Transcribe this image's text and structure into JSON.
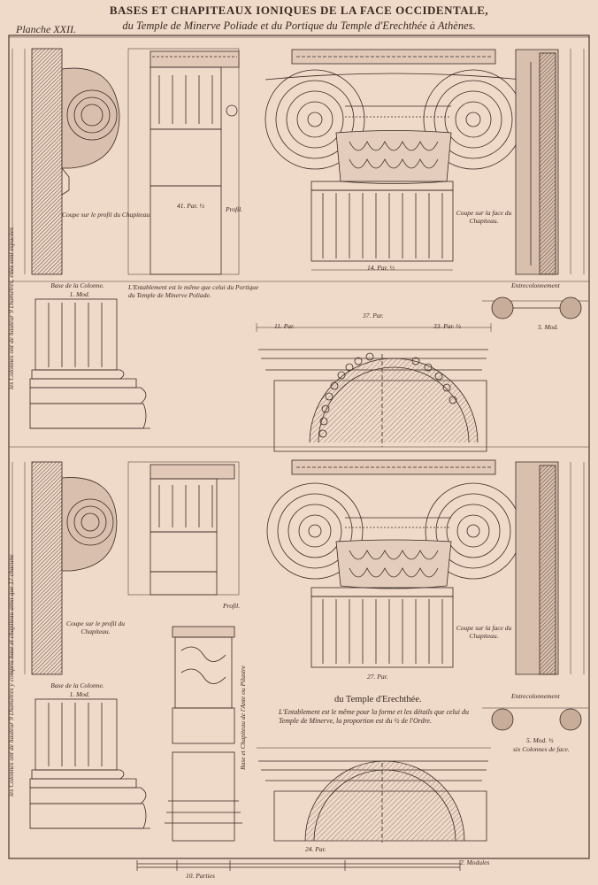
{
  "header": {
    "title": "BASES ET CHAPITEAUX IONIQUES DE LA FACE OCCIDENTALE,",
    "subtitle": "du Temple de Minerve Poliade et du Portique du Temple d'Erechthée à Athènes.",
    "plate": "Planche XXII."
  },
  "upper": {
    "profil_capital": "Coupe sur le profil du Chapiteau.",
    "profil_label": "Profil.",
    "face_capital": "Coupe sur la face du Chapiteau.",
    "base_label": "Base de la Colonne.",
    "base_mod": "1. Mod.",
    "entablement_note": "L'Entablement est le même que celui du Portique du Temple de Minerve Poliade.",
    "entrecolonnement": "Entrecolonnement",
    "vertical_note": "les Colonnes ont de hauteur 9 Diamètres, elles sont espacées"
  },
  "lower": {
    "profil_capital": "Coupe sur le profil du Chapiteau.",
    "profil_label": "Profil.",
    "face_capital": "Coupe sur la face du Chapiteau.",
    "base_label": "Base de la Colonne.",
    "base_mod": "1. Mod.",
    "caption": "du Temple d'Erechthée.",
    "entablement_note": "L'Entablement est le même pour la forme et les détails que celui du Temple de Minerve, la proportion est du ½ de l'Ordre.",
    "entrecolonnement": "Entrecolonnement",
    "mod_note": "5. Mod. ½",
    "colonnes_note": "six Colonnes de face.",
    "vertical_note": "les Colonnes ont de hauteur 9 Diamètres y compris base et chapiteau ainsi que 17 chacune",
    "pilaster_note": "Base et Chapiteau de l'Ante ou Pilastre"
  },
  "dimensions": {
    "top_par": "37. Par.",
    "left_par": "11. Par.",
    "right_par": "33. Par. ½",
    "bottom_par": "24. Par.",
    "mod": "5. Mod.",
    "par_a": "41. Par. ½",
    "par_b": "14. Par. ½",
    "par_c": "27. Par."
  },
  "scale": {
    "left": "10. Parties",
    "right": "2. Modules"
  }
}
